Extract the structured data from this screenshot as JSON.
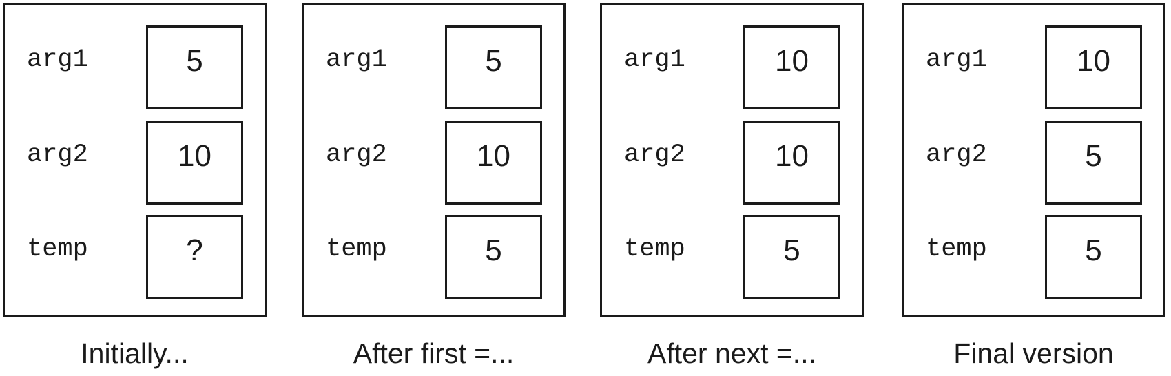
{
  "panels": [
    {
      "caption": "Initially...",
      "variables": [
        {
          "name": "arg1",
          "value": "5"
        },
        {
          "name": "arg2",
          "value": "10"
        },
        {
          "name": "temp",
          "value": "?"
        }
      ]
    },
    {
      "caption": "After first =...",
      "variables": [
        {
          "name": "arg1",
          "value": "5"
        },
        {
          "name": "arg2",
          "value": "10"
        },
        {
          "name": "temp",
          "value": "5"
        }
      ]
    },
    {
      "caption": "After next =...",
      "variables": [
        {
          "name": "arg1",
          "value": "10"
        },
        {
          "name": "arg2",
          "value": "10"
        },
        {
          "name": "temp",
          "value": "5"
        }
      ]
    },
    {
      "caption": "Final version",
      "variables": [
        {
          "name": "arg1",
          "value": "10"
        },
        {
          "name": "arg2",
          "value": "5"
        },
        {
          "name": "temp",
          "value": "5"
        }
      ]
    }
  ]
}
